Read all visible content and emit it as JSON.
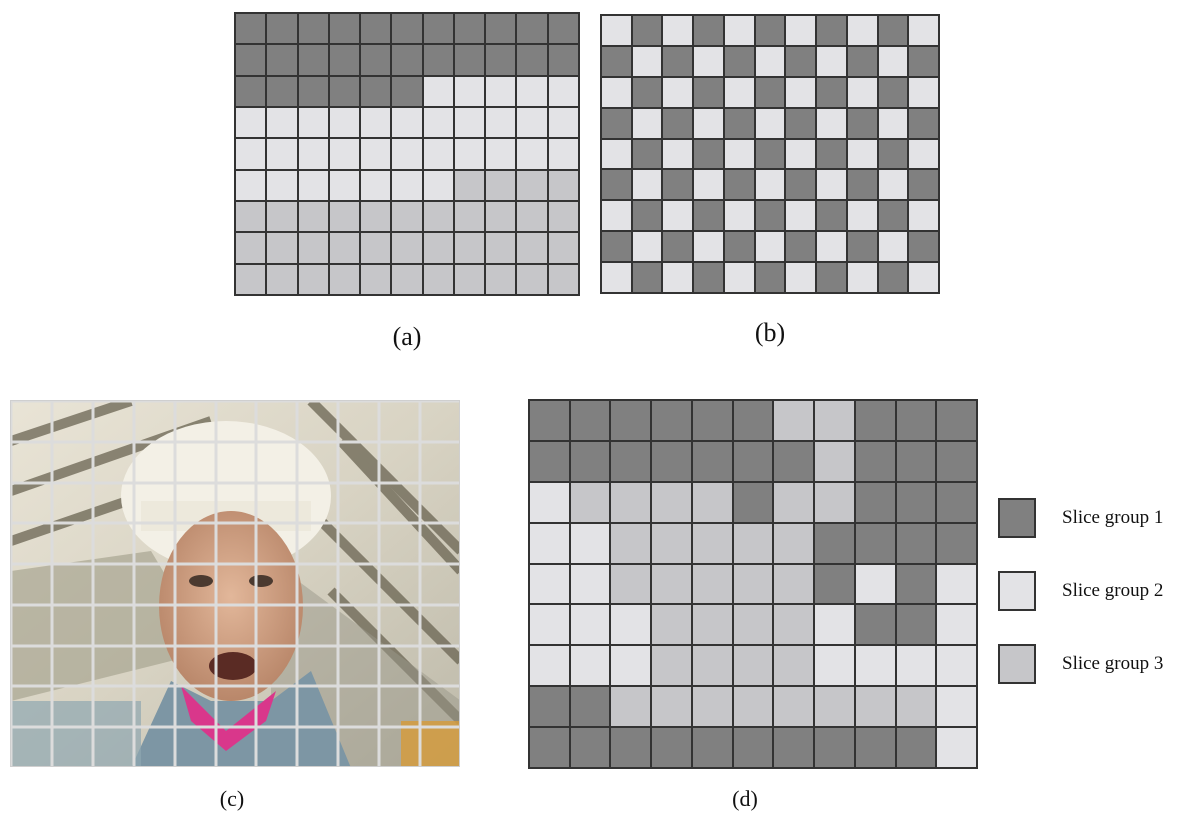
{
  "colors": {
    "slice_group_1": "#808080",
    "slice_group_2": "#e3e3e6",
    "slice_group_3": "#c6c6c9"
  },
  "panels": {
    "a": {
      "caption": "(a)",
      "rows": [
        "11111111111",
        "11111111111",
        "11111122222",
        "22222222222",
        "22222222222",
        "22222223333",
        "33333333333",
        "33333333333",
        "33333333333"
      ]
    },
    "b": {
      "caption": "(b)",
      "rows": [
        "21212121212",
        "12121212121",
        "21212121212",
        "12121212121",
        "21212121212",
        "12121212121",
        "21212121212",
        "12121212121",
        "21212121212"
      ]
    },
    "c": {
      "caption": "(c)"
    },
    "d": {
      "caption": "(d)",
      "rows": [
        "11111133111",
        "11111113111",
        "23333133111",
        "22333331111",
        "22333331212",
        "22233332112",
        "22233332222",
        "11333333332",
        "11111111112"
      ]
    }
  },
  "legend": [
    {
      "group": 1,
      "label": "Slice group 1"
    },
    {
      "group": 2,
      "label": "Slice group 2"
    },
    {
      "group": 3,
      "label": "Slice group 3"
    }
  ]
}
